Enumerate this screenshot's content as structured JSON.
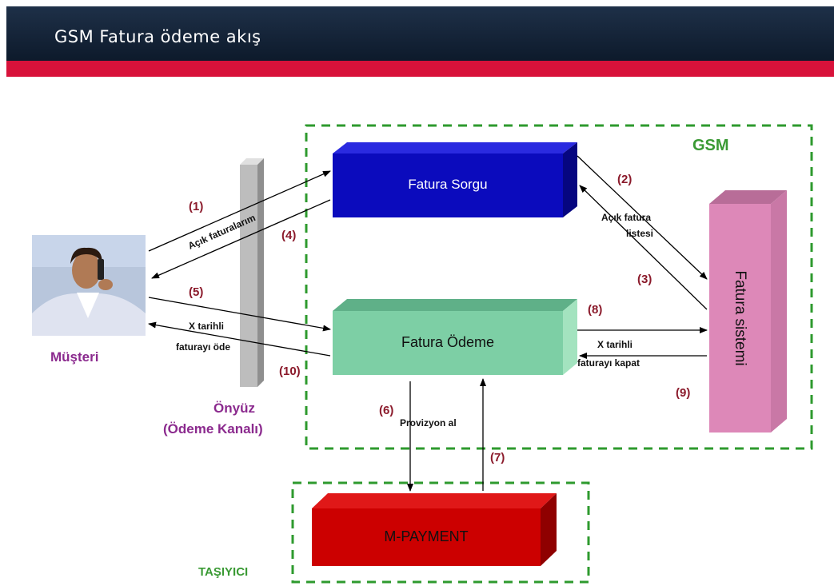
{
  "header": {
    "title": "GSM Fatura ödeme akış"
  },
  "regions": {
    "gsm": "GSM",
    "carrier": "TAŞIYICI"
  },
  "boxes": {
    "query": "Fatura Sorgu",
    "payment": "Fatura Ödeme",
    "billing": "Fatura sistemi",
    "mpayment": "M-PAYMENT"
  },
  "actors": {
    "customer": "Müşteri",
    "frontend_1": "Önyüz",
    "frontend_2": "(Ödeme Kanalı)"
  },
  "steps": {
    "s1": "(1)",
    "s2": "(2)",
    "s3": "(3)",
    "s4": "(4)",
    "s5": "(5)",
    "s6": "(6)",
    "s7": "(7)",
    "s8": "(8)",
    "s9": "(9)",
    "s10": "(10)"
  },
  "notes": {
    "open_invoices": "Açık faturalarım",
    "open_list_1": "Açık fatura",
    "open_list_2": "listesi",
    "pay_1": "X tarihli",
    "pay_2": "faturayı öde",
    "close_1": "X tarihli",
    "close_2": "faturayı kapat",
    "provision": "Provizyon al"
  },
  "colors": {
    "header_bg": "#14233a",
    "header_bar": "#d8123a",
    "gsm_border": "#2e9a2e",
    "query_box": "#0f0fbf",
    "payment_box": "#7ccfa4",
    "billing_box": "#dd88b8",
    "mpayment_box": "#cc0000",
    "frontend_pillar": "#bfbfbf"
  }
}
